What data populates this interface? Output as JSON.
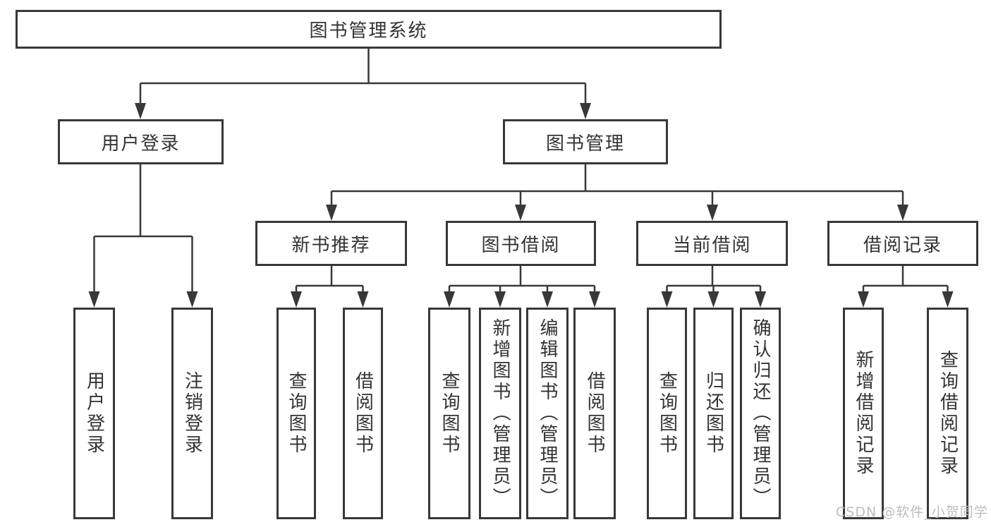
{
  "colors": {
    "line": "#383838",
    "box_border": "#383838",
    "text": "#333333",
    "watermark": "#bdbdbd",
    "background": "#ffffff"
  },
  "tree": {
    "root": "图书管理系统",
    "login": {
      "label": "用户登录",
      "children": [
        "用户登录",
        "注销登录"
      ]
    },
    "management": {
      "label": "图书管理"
    },
    "modules": [
      {
        "label": "新书推荐",
        "children": [
          "查询图书",
          "借阅图书"
        ]
      },
      {
        "label": "图书借阅",
        "children": [
          "查询图书",
          "新增图书（管理员）",
          "编辑图书（管理员）",
          "借阅图书"
        ]
      },
      {
        "label": "当前借阅",
        "children": [
          "查询图书",
          "归还图书",
          "确认归还（管理员）"
        ]
      },
      {
        "label": "借阅记录",
        "children": [
          "新增借阅记录",
          "查询借阅记录"
        ]
      }
    ]
  },
  "watermark": {
    "text": "CSDN @软件_小贺同学"
  }
}
